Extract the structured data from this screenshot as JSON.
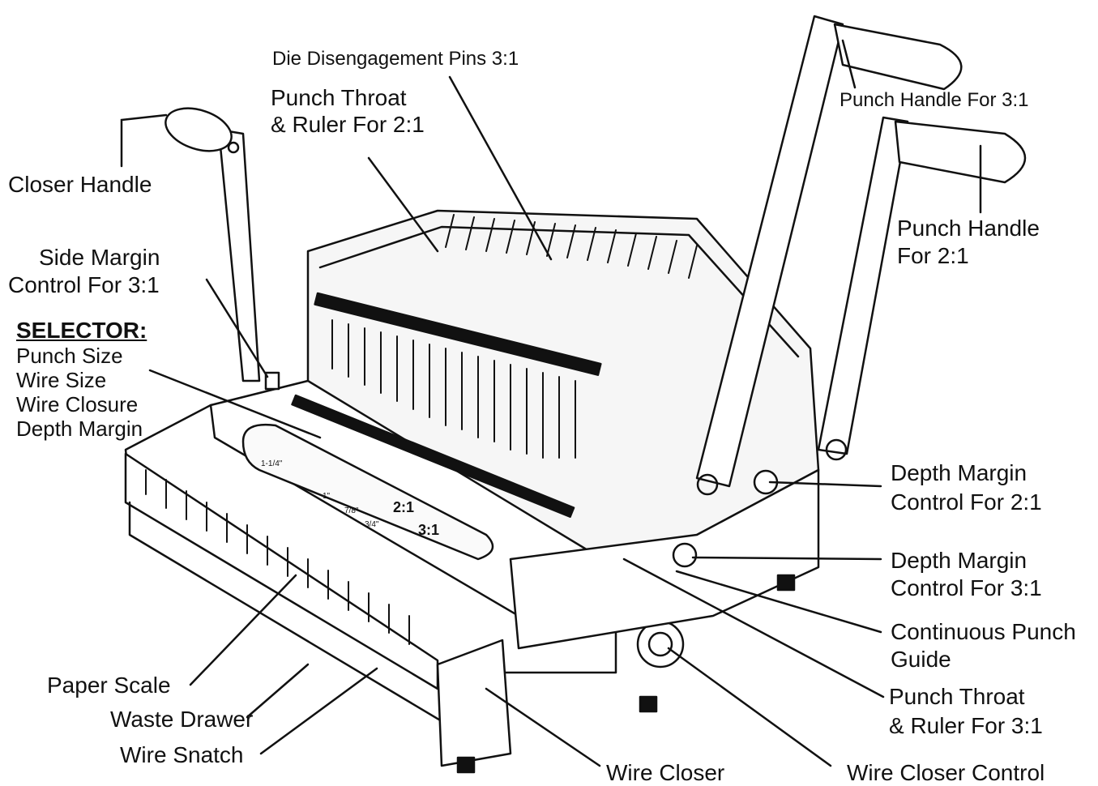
{
  "labels": {
    "die_disengagement": "Die Disengagement Pins 3:1",
    "punch_throat_2_line1": "Punch Throat",
    "punch_throat_2_line2": "& Ruler For 2:1",
    "punch_handle_3": "Punch Handle For 3:1",
    "closer_handle": "Closer Handle",
    "punch_handle_2_line1": "Punch Handle",
    "punch_handle_2_line2": "For 2:1",
    "side_margin_line1": "Side Margin",
    "side_margin_line2": "Control For 3:1",
    "selector_title": "SELECTOR:",
    "selector_items": [
      "Punch Size",
      "Wire Size",
      "Wire Closure",
      "Depth Margin"
    ],
    "depth_margin_2_line1": "Depth Margin",
    "depth_margin_2_line2": "Control For 2:1",
    "depth_margin_3_line1": "Depth Margin",
    "depth_margin_3_line2": "Control For 3:1",
    "continuous_line1": "Continuous Punch",
    "continuous_line2": "Guide",
    "paper_scale": "Paper Scale",
    "waste_drawer": "Waste Drawer",
    "wire_snatch": "Wire Snatch",
    "punch_throat_3_line1": "Punch Throat",
    "punch_throat_3_line2": "& Ruler For 3:1",
    "wire_closer": "Wire Closer",
    "wire_closer_control": "Wire Closer Control"
  },
  "machine_marks": {
    "ratio_2": "2:1",
    "ratio_3": "3:1",
    "size_top": "1-1/4\"",
    "size_1": "1\"",
    "size_78": "7/8\"",
    "size_34": "3/4\""
  }
}
